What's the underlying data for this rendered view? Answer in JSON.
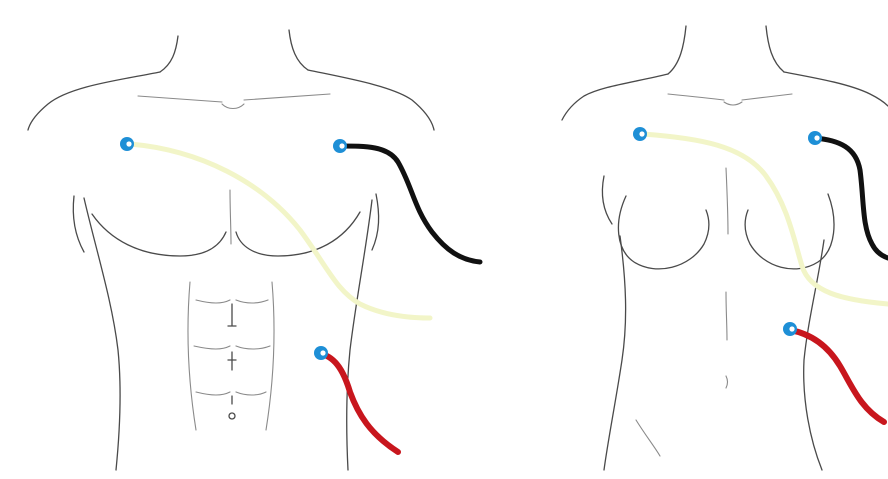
{
  "figure": {
    "panels": [
      {
        "subject": "male-torso",
        "electrodes": [
          {
            "role": "right-upper-chest",
            "lead_color": "#f2f5c8"
          },
          {
            "role": "left-upper-chest",
            "lead_color": "#111111"
          },
          {
            "role": "left-lower-abdomen",
            "lead_color": "#c8161d"
          }
        ]
      },
      {
        "subject": "female-torso",
        "electrodes": [
          {
            "role": "right-upper-chest",
            "lead_color": "#f2f5c8"
          },
          {
            "role": "left-upper-chest",
            "lead_color": "#111111"
          },
          {
            "role": "left-lower-abdomen",
            "lead_color": "#c8161d"
          }
        ]
      }
    ],
    "colors": {
      "electrode": "#1e8fd6",
      "electrode_center": "#ffffff",
      "outline": "#4a4a4a",
      "lead_white": "#f2f5c8",
      "lead_black": "#111111",
      "lead_red": "#c8161d"
    }
  }
}
